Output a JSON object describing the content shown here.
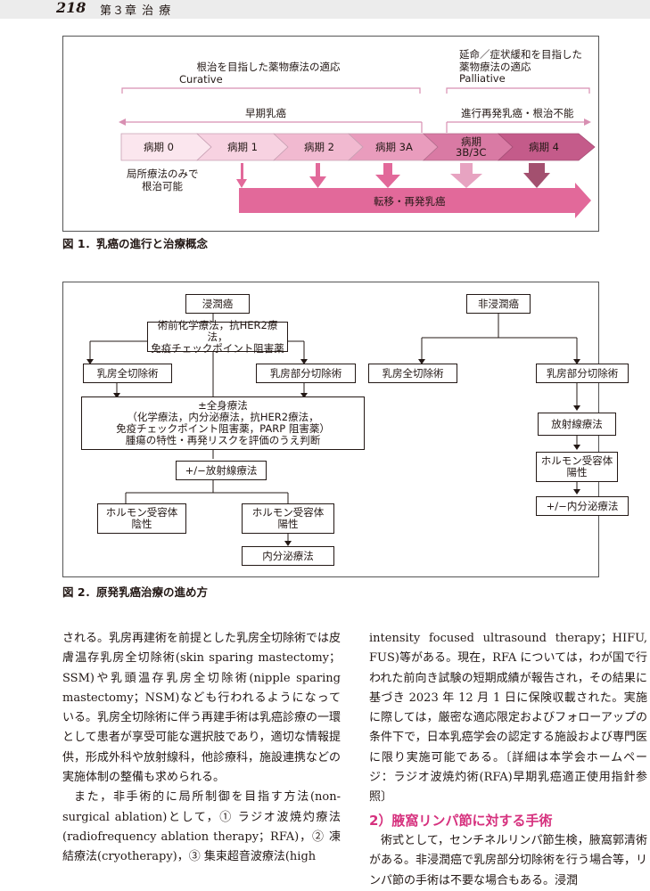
{
  "header": {
    "page_number": "218",
    "chapter": "第３章 治 療"
  },
  "figure1": {
    "caption": "図 1．乳癌の進行と治療概念",
    "curative_label": "根治を目指した薬物療法の適応",
    "curative_sub": "Curative",
    "palliative_label_1": "延命／症状緩和を目指した",
    "palliative_label_2": "薬物療法の適応",
    "palliative_sub": "Palliative",
    "early_label": "早期乳癌",
    "advanced_label": "進行再発乳癌・根治不能",
    "stages": [
      "病期 0",
      "病期 1",
      "病期 2",
      "病期 3A",
      "病期",
      "3B/3C",
      "病期 4"
    ],
    "local_line1": "局所療法のみで",
    "local_line2": "根治可能",
    "metastasis_label": "転移・再発乳癌",
    "colors": {
      "stage0": "#fbe6ee",
      "stage1": "#f7d2e1",
      "stage2": "#f1b9d0",
      "stage3a": "#e99cbd",
      "stage3b": "#d97aa4",
      "stage4": "#c45b8a",
      "dark_arrow": "#a3506f",
      "accent": "#e2699a"
    }
  },
  "figure2": {
    "caption": "図 2．原発乳癌治療の進め方",
    "invasive": "浸潤癌",
    "neoadjuvant_1": "術前化学療法，抗HER2療法，",
    "neoadjuvant_2": "免疫チェックポイント阻害薬",
    "mastectomy_left": "乳房全切除術",
    "partial_left": "乳房部分切除術",
    "systemic_1": "±全身療法",
    "systemic_2": "（化学療法，内分泌療法，抗HER2療法，",
    "systemic_3": "免疫チェックポイント阻害薬，PARP 阻害薬）",
    "systemic_4": "腫瘍の特性・再発リスクを評価のうえ判断",
    "radiation_opt": "+/−放射線療法",
    "hr_neg_1": "ホルモン受容体",
    "hr_neg_2": "陰性",
    "hr_pos_1": "ホルモン受容体",
    "hr_pos_2": "陽性",
    "endocrine": "内分泌療法",
    "noninvasive": "非浸潤癌",
    "mastectomy_right": "乳房全切除術",
    "partial_right": "乳房部分切除術",
    "radiation": "放射線療法",
    "hr_pos_right_1": "ホルモン受容体",
    "hr_pos_right_2": "陽性",
    "endocrine_opt": "+/−内分泌療法"
  },
  "body": {
    "left_paragraph_1": "される。乳房再建術を前提とした乳房全切除術では皮膚温存乳房全切除術(skin sparing mastectomy；SSM)や乳頭温存乳房全切除術(nipple sparing mastectomy；NSM)なども行われるようになっている。乳房全切除術に伴う再建手術は乳癌診療の一環として患者が享受可能な選択肢であり，適切な情報提供，形成外科や放射線科，他診療科，施設連携などの実施体制の整備も求められる。",
    "left_paragraph_2": "また，非手術的に局所制御を目指す方法(non-surgical ablation)として，① ラジオ波焼灼療法(radiofrequency ablation therapy；RFA)，② 凍結療法(cryotherapy)，③ 集束超音波療法(high",
    "right_paragraph_1": "intensity focused ultrasound therapy；HIFU, FUS)等がある。現在，RFA については，わが国で行われた前向き試験の短期成績が報告され，その結果に基づき 2023 年 12 月 1 日に保険収載された。実施に際しては，厳密な適応限定およびフォローアップの条件下で，日本乳癌学会の認定する施設および専門医に限り実施可能である。〔詳細は本学会ホームページ：ラジオ波焼灼術(RFA)早期乳癌適正使用指針参照〕",
    "section_heading": "2）腋窩リンパ節に対する手術",
    "right_paragraph_2": "術式として，センチネルリンパ節生検，腋窩郭清術がある。非浸潤癌で乳房部分切除術を行う場合等，リンパ節の手術は不要な場合もある。浸潤"
  }
}
